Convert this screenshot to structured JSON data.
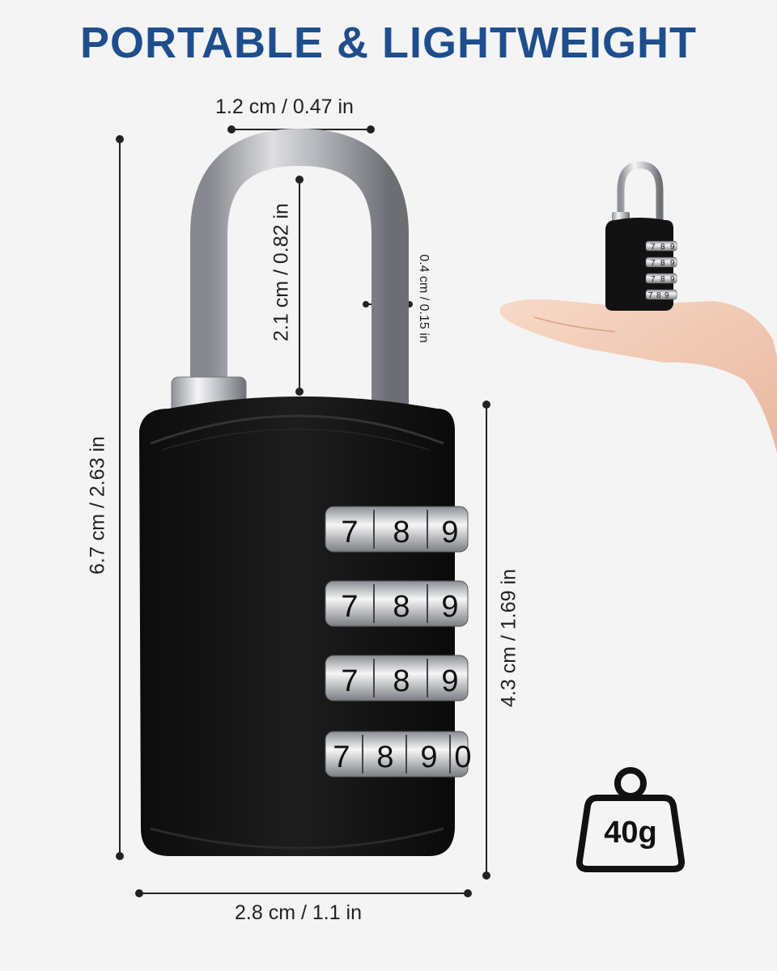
{
  "title": "PORTABLE & LIGHTWEIGHT",
  "dimensions": {
    "shackle_width": "1.2 cm / 0.47 in",
    "shackle_height": "2.1 cm / 0.82 in",
    "shackle_thickness": "0.4 cm / 0.15 in",
    "total_height": "6.7 cm / 2.63 in",
    "body_height": "4.3 cm / 1.69 in",
    "body_width": "2.8 cm / 1.1 in"
  },
  "dials": {
    "row1": [
      "7",
      "8",
      "9"
    ],
    "row2": [
      "7",
      "8",
      "9"
    ],
    "row3": [
      "7",
      "8",
      "9"
    ],
    "row4": [
      "7",
      "8",
      "9",
      "0"
    ]
  },
  "weight": "40g",
  "colors": {
    "title": "#1f4e8c",
    "lock_body": "#111111",
    "shackle": "#c9ccd0"
  }
}
